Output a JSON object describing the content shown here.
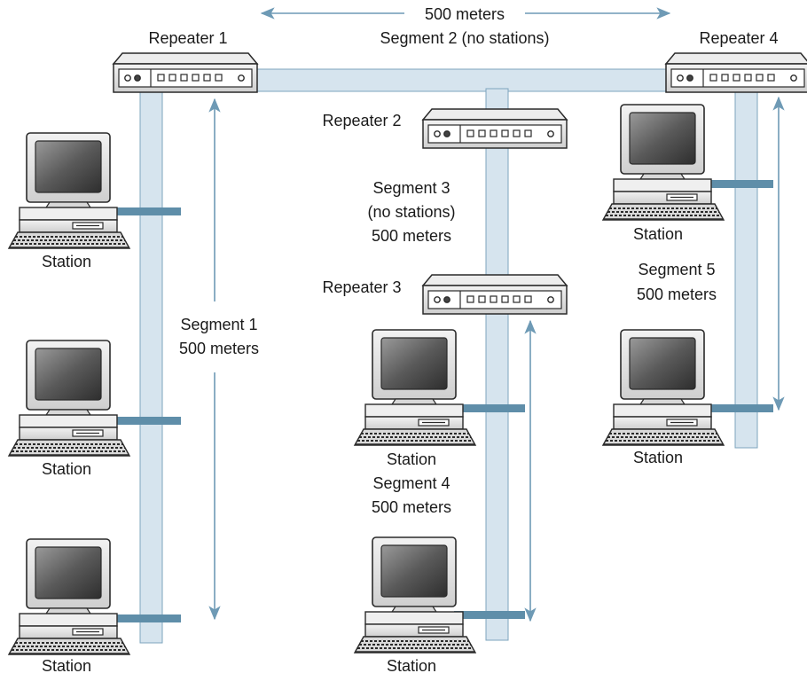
{
  "labels": {
    "repeater_1": "Repeater 1",
    "repeater_2": "Repeater 2",
    "repeater_3": "Repeater 3",
    "repeater_4": "Repeater 4",
    "top_length": "500 meters",
    "segment_2": "Segment 2 (no stations)",
    "segment_1_line1": "Segment 1",
    "segment_1_line2": "500 meters",
    "segment_3_line1": "Segment 3",
    "segment_3_line2": "(no stations)",
    "segment_3_line3": "500 meters",
    "segment_4_line1": "Segment 4",
    "segment_4_line2": "500 meters",
    "segment_5_line1": "Segment 5",
    "segment_5_line2": "500 meters",
    "station": "Station"
  },
  "colors": {
    "cable_fill": "#d6e4ee",
    "cable_stroke": "#7da4bd",
    "drop_cable": "#5f8ea9",
    "arrow": "#6e9ab5",
    "device_case": "#e2e2e2",
    "device_outline": "#2a2a2a",
    "screen": "#3c3c3c"
  },
  "icons": {
    "repeater": "repeater-hub-icon",
    "computer": "desktop-computer-icon"
  }
}
